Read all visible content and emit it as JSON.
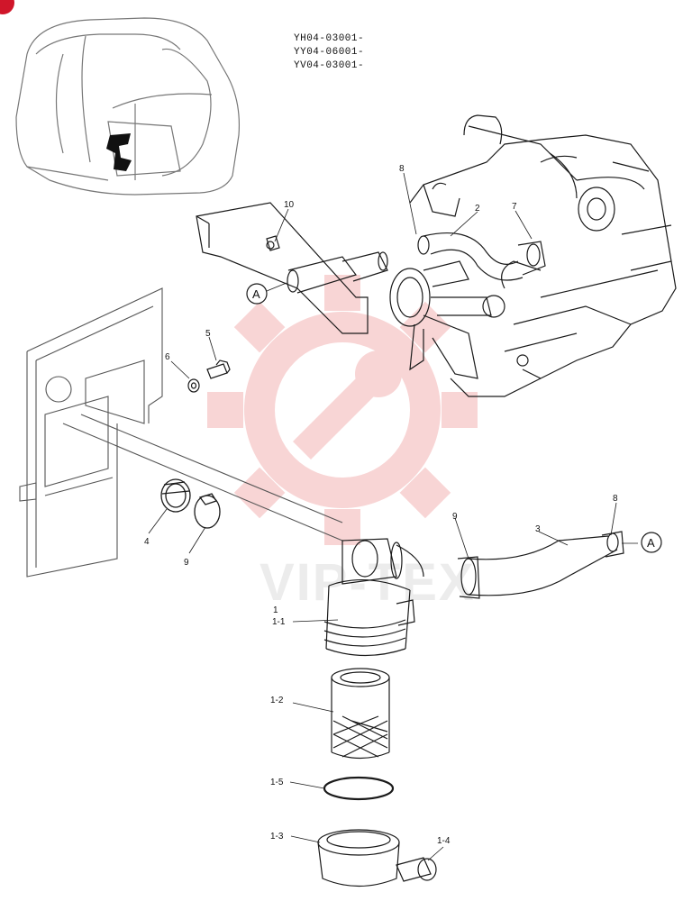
{
  "diagram": {
    "models": [
      "YH04-03001-",
      "YY04-06001-",
      "YV04-03001-"
    ],
    "labels": {
      "p10": "10",
      "p8_top": "8",
      "p2": "2",
      "p7": "7",
      "p5": "5",
      "p6": "6",
      "p4": "4",
      "p9_left": "9",
      "p9_right": "9",
      "p3": "3",
      "p8_right": "8",
      "p1": "1",
      "p1_1": "1-1",
      "p1_2": "1-2",
      "p1_5": "1-5",
      "p1_3": "1-3",
      "p1_4": "1-4"
    },
    "refs": {
      "left": "A",
      "right": "A"
    },
    "watermark": {
      "text": "VIP-TEX"
    },
    "colors": {
      "line": "#1a1a1a",
      "watermark_gear": "#f3b3b3",
      "badge": "#d0162a"
    }
  }
}
